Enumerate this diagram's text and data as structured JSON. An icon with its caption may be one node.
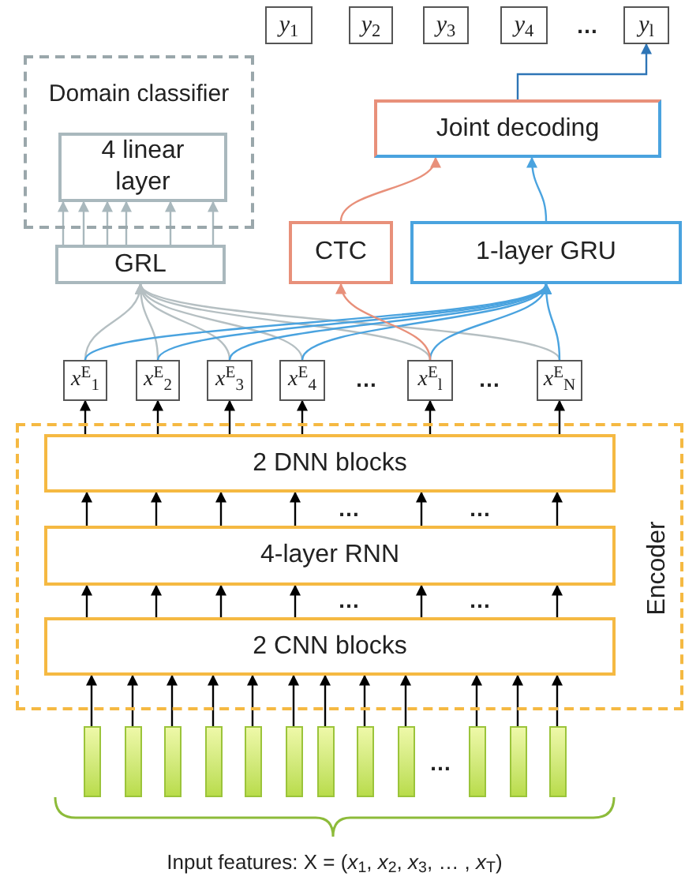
{
  "diagram": {
    "nodes": [
      {
        "text": [
          "*y*$_{1}$"
        ]
      },
      {
        "text": [
          "*y*$_{2}$"
        ]
      },
      {
        "text": [
          "*y*$_{3}$"
        ]
      },
      {
        "text": [
          "*y*$_{4}$"
        ]
      },
      {
        "text": [
          "*y*$_{l}$"
        ]
      },
      {
        "text": [
          "Domain classifier"
        ]
      },
      {
        "text": [
          "4 linear layer"
        ],
        "in": 5
      },
      {
        "text": [
          "GRL"
        ]
      },
      {
        "text": [
          "Joint decoding"
        ]
      },
      {
        "text": [
          "CTC"
        ]
      },
      {
        "text": [
          "1-layer GRU"
        ]
      },
      {
        "text": [
          "*x*$^{E}$$_{1}$"
        ]
      },
      {
        "text": [
          "*x*$^{E}$$_{2}$"
        ]
      },
      {
        "text": [
          "*x*$^{E}$$_{3}$"
        ]
      },
      {
        "text": [
          "*x*$^{E}$$_{4}$"
        ]
      },
      {
        "text": [
          "*x*$^{E}$$_{l}$"
        ]
      },
      {
        "text": [
          "*x*$^{E}$$_{N}$"
        ]
      },
      {
        "text": [
          "Encoder"
        ]
      },
      {
        "text": [
          "2 DNN blocks"
        ],
        "in": 17
      },
      {
        "text": [
          "4-layer RNN"
        ],
        "in": 17
      },
      {
        "text": [
          "2 CNN blocks"
        ],
        "in": 17
      },
      {
        "text": [],
        "shape": "bar"
      },
      {
        "text": [],
        "shape": "bar"
      },
      {
        "text": [],
        "shape": "bar"
      },
      {
        "text": [],
        "shape": "bar"
      },
      {
        "text": [],
        "shape": "bar"
      },
      {
        "text": [],
        "shape": "bar"
      },
      {
        "text": [],
        "shape": "bar"
      },
      {
        "text": [],
        "shape": "bar"
      },
      {
        "text": [],
        "shape": "bar"
      },
      {
        "text": [],
        "shape": "bar"
      },
      {
        "text": [],
        "shape": "bar"
      },
      {
        "text": [],
        "shape": "bar"
      }
    ],
    "edges": [
      {
        "from": 8,
        "to": 4,
        "arrow": "to",
        "color": "#2e75b6"
      },
      {
        "from": 9,
        "to": 8,
        "arrow": "to",
        "color": "#e8907a"
      },
      {
        "from": 10,
        "to": 8,
        "arrow": "to",
        "color": "#4aa3df"
      },
      {
        "from": 7,
        "to": 6,
        "arrow": "to",
        "color": "#a9b8bd"
      },
      {
        "from": 7,
        "to": 6,
        "arrow": "to",
        "color": "#a9b8bd"
      },
      {
        "from": 7,
        "to": 6,
        "arrow": "to",
        "color": "#a9b8bd"
      },
      {
        "from": 7,
        "to": 6,
        "arrow": "to",
        "color": "#a9b8bd"
      },
      {
        "from": 7,
        "to": 6,
        "arrow": "to",
        "color": "#a9b8bd"
      },
      {
        "from": 7,
        "to": 6,
        "arrow": "to",
        "color": "#a9b8bd"
      },
      {
        "from": 11,
        "to": 7,
        "arrow": "to",
        "color": "#b5bfc2"
      },
      {
        "from": 12,
        "to": 7,
        "arrow": "to",
        "color": "#b5bfc2"
      },
      {
        "from": 13,
        "to": 7,
        "arrow": "to",
        "color": "#b5bfc2"
      },
      {
        "from": 14,
        "to": 7,
        "arrow": "to",
        "color": "#b5bfc2"
      },
      {
        "from": 15,
        "to": 7,
        "arrow": "to",
        "color": "#b5bfc2"
      },
      {
        "from": 16,
        "to": 7,
        "arrow": "to",
        "color": "#b5bfc2"
      },
      {
        "from": 11,
        "to": 10,
        "arrow": "to",
        "color": "#4aa3df"
      },
      {
        "from": 12,
        "to": 10,
        "arrow": "to",
        "color": "#4aa3df"
      },
      {
        "from": 13,
        "to": 10,
        "arrow": "to",
        "color": "#4aa3df"
      },
      {
        "from": 14,
        "to": 10,
        "arrow": "to",
        "color": "#4aa3df"
      },
      {
        "from": 15,
        "to": 10,
        "arrow": "to",
        "color": "#4aa3df"
      },
      {
        "from": 16,
        "to": 10,
        "arrow": "to",
        "color": "#4aa3df"
      },
      {
        "from": 15,
        "to": 9,
        "arrow": "to",
        "color": "#e8907a"
      },
      {
        "from": 18,
        "to": 11,
        "arrow": "to"
      },
      {
        "from": 18,
        "to": 12,
        "arrow": "to"
      },
      {
        "from": 18,
        "to": 13,
        "arrow": "to"
      },
      {
        "from": 18,
        "to": 14,
        "arrow": "to"
      },
      {
        "from": 18,
        "to": 15,
        "arrow": "to"
      },
      {
        "from": 18,
        "to": 16,
        "arrow": "to"
      },
      {
        "from": 19,
        "to": 18,
        "arrow": "to"
      },
      {
        "from": 19,
        "to": 18,
        "arrow": "to"
      },
      {
        "from": 19,
        "to": 18,
        "arrow": "to"
      },
      {
        "from": 19,
        "to": 18,
        "arrow": "to"
      },
      {
        "from": 19,
        "to": 18,
        "arrow": "to"
      },
      {
        "from": 19,
        "to": 18,
        "arrow": "to"
      },
      {
        "from": 20,
        "to": 19,
        "arrow": "to"
      },
      {
        "from": 20,
        "to": 19,
        "arrow": "to"
      },
      {
        "from": 20,
        "to": 19,
        "arrow": "to"
      },
      {
        "from": 20,
        "to": 19,
        "arrow": "to"
      },
      {
        "from": 20,
        "to": 19,
        "arrow": "to"
      },
      {
        "from": 20,
        "to": 19,
        "arrow": "to"
      },
      {
        "from": 21,
        "to": 20,
        "arrow": "to"
      },
      {
        "from": 22,
        "to": 20,
        "arrow": "to"
      },
      {
        "from": 23,
        "to": 20,
        "arrow": "to"
      },
      {
        "from": 24,
        "to": 20,
        "arrow": "to"
      },
      {
        "from": 25,
        "to": 20,
        "arrow": "to"
      },
      {
        "from": 26,
        "to": 20,
        "arrow": "to"
      },
      {
        "from": 27,
        "to": 20,
        "arrow": "to"
      },
      {
        "from": 28,
        "to": 20,
        "arrow": "to"
      },
      {
        "from": 29,
        "to": 20,
        "arrow": "to"
      },
      {
        "from": 30,
        "to": 20,
        "arrow": "to"
      },
      {
        "from": 31,
        "to": 20,
        "arrow": "to"
      },
      {
        "from": 32,
        "to": 20,
        "arrow": "to"
      }
    ],
    "labels": [
      "…",
      "…",
      "…",
      "…",
      "…",
      "…",
      "…",
      "…",
      "Input features: X = (*x*$_{1}$, *x*$_{2}$, *x*$_{3}$, … , *x*$_{T}$)"
    ]
  }
}
